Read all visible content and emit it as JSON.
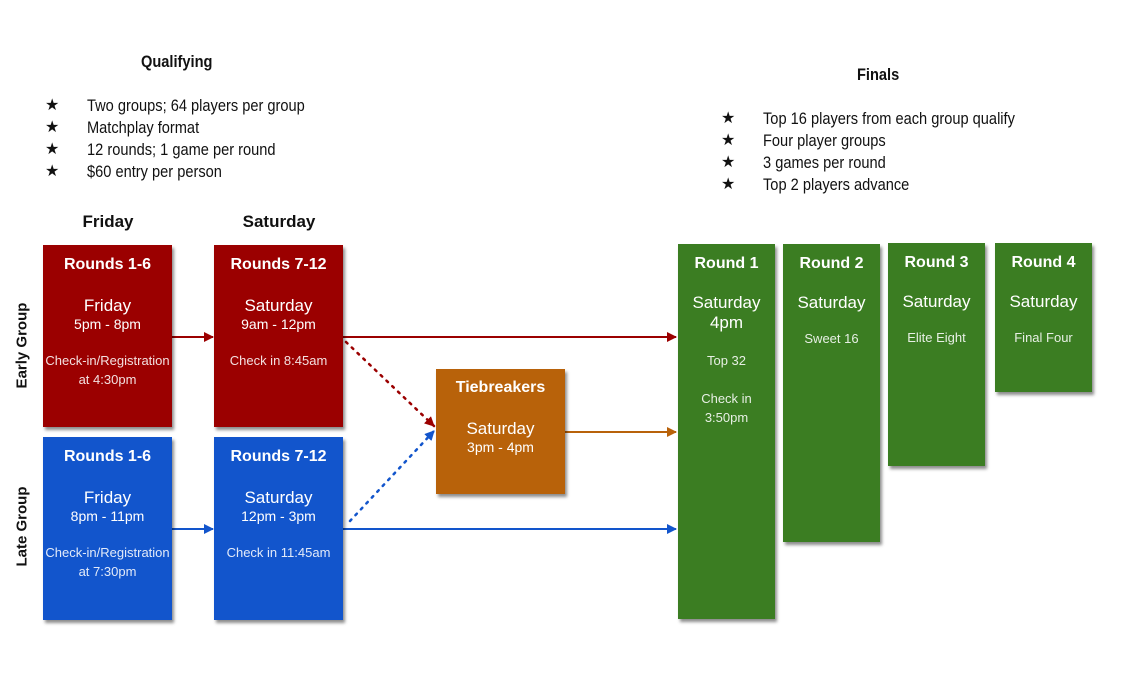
{
  "qualifying": {
    "heading": "Qualifying",
    "bullets": [
      "Two groups; 64 players per group",
      "Matchplay format",
      "12 rounds; 1 game per round",
      "$60 entry per person"
    ]
  },
  "finals": {
    "heading": "Finals",
    "bullets": [
      "Top 16 players from each group qualify",
      "Four player groups",
      "3 games per round",
      "Top 2 players advance"
    ]
  },
  "days": {
    "friday": "Friday",
    "saturday": "Saturday"
  },
  "groups": {
    "early": "Early Group",
    "late": "Late Group"
  },
  "early_friday": {
    "title": "Rounds 1-6",
    "day": "Friday",
    "hours": "5pm - 8pm",
    "note1": "Check-in/Registration",
    "note2": "at  4:30pm"
  },
  "early_saturday": {
    "title": "Rounds 7-12",
    "day": "Saturday",
    "hours": "9am - 12pm",
    "note": "Check in 8:45am"
  },
  "late_friday": {
    "title": "Rounds 1-6",
    "day": "Friday",
    "hours": "8pm - 11pm",
    "note1": "Check-in/Registration",
    "note2": "at  7:30pm"
  },
  "late_saturday": {
    "title": "Rounds 7-12",
    "day": "Saturday",
    "hours": "12pm - 3pm",
    "note": "Check in 11:45am"
  },
  "tiebreakers": {
    "title": "Tiebreakers",
    "day": "Saturday",
    "hours": "3pm - 4pm"
  },
  "final_rounds": [
    {
      "title": "Round 1",
      "day": "Saturday",
      "time": "4pm",
      "stage": "Top 32",
      "note1": "Check in",
      "note2": "3:50pm"
    },
    {
      "title": "Round 2",
      "day": "Saturday",
      "stage": "Sweet 16"
    },
    {
      "title": "Round 3",
      "day": "Saturday",
      "stage": "Elite Eight"
    },
    {
      "title": "Round 4",
      "day": "Saturday",
      "stage": "Final Four"
    }
  ],
  "colors": {
    "early": "#9b0000",
    "late": "#1255cc",
    "tiebreaker": "#b8620a",
    "finals": "#3b7d22"
  },
  "star_icon": "★"
}
